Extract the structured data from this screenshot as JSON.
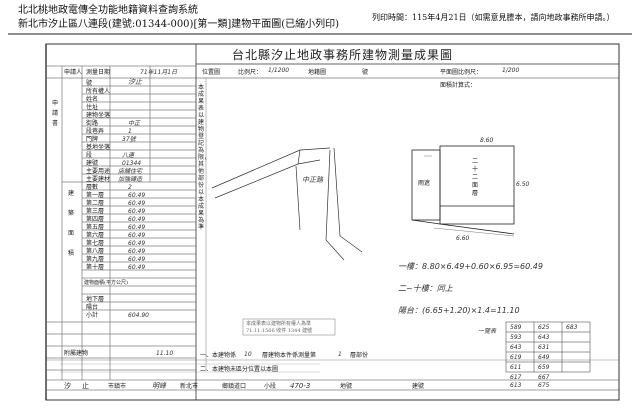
{
  "header": {
    "system_title": "北北桃地政電傳全功能地籍資料查詢系統",
    "parcel_line": "新北市汐止區八連段(建號:01344-000)[第一類]建物平面圖(已縮小列印)",
    "print_date": "列印時間：115年4月21日（如需意見謄本，請向地政事務所申請。）"
  },
  "document": {
    "title": "台北縣汐止地政事務所建物測量成果圖",
    "position_map_label": "位置圖",
    "scale_label": "比例尺：",
    "scale_value": "1/1200",
    "sheet_label": "地籍圖",
    "sheet_no_label": "號",
    "plan_scale_label": "平面圖比例尺：",
    "plan_scale_value": "1/200",
    "area_formula_label": "面積計算式："
  },
  "left_table": {
    "header_cells": [
      "申請人",
      "測量日期",
      "71年11月1日",
      "號",
      "汐止"
    ],
    "rows": [
      {
        "label": "所有權人",
        "value": ""
      },
      {
        "label": "姓名",
        "value": ""
      },
      {
        "label": "住址",
        "value": ""
      },
      {
        "label": "建物坐落",
        "value": ""
      },
      {
        "label": "街路",
        "value": "中正"
      },
      {
        "label": "段巷弄",
        "value": "1"
      },
      {
        "label": "門牌",
        "value": "37號"
      },
      {
        "label": "基地坐落",
        "value": ""
      },
      {
        "label": "段",
        "value": "八連"
      },
      {
        "label": "建號",
        "value": "01344"
      },
      {
        "label": "主要用途",
        "value": "店舖住宅"
      },
      {
        "label": "主要建材",
        "value": "加強磚造"
      },
      {
        "label": "層數",
        "value": "2"
      }
    ],
    "floors": [
      {
        "label": "第一層",
        "value": "60.49"
      },
      {
        "label": "第二層",
        "value": "60.49"
      },
      {
        "label": "第三層",
        "value": "60.49"
      },
      {
        "label": "第四層",
        "value": "60.49"
      },
      {
        "label": "第五層",
        "value": "60.49"
      },
      {
        "label": "第六層",
        "value": "60.49"
      },
      {
        "label": "第七層",
        "value": "60.49"
      },
      {
        "label": "第八層",
        "value": "60.49"
      },
      {
        "label": "第九層",
        "value": "60.49"
      },
      {
        "label": "第十層",
        "value": "60.49"
      }
    ],
    "area_section_label": "建物面積(平方公尺)",
    "subtotal_label": "小計",
    "subtotal_value": "604.90",
    "basement_label": "地下層",
    "balcony_label": "陽台",
    "pending_label": "附屬建物",
    "pending_value": "11.10",
    "section_labels": [
      "申",
      "請",
      "書",
      "建",
      "築",
      "面",
      "積"
    ]
  },
  "stamp_text": "本成果表以建物登記為限，其他部份以本成果為準",
  "notes": {
    "note1": "一、本建物係",
    "note1_value": "10",
    "note1_tail": "層建物本件係測量第",
    "note1_floor": "1",
    "note1_end": "層部份",
    "note2": "二、本建物未區分位置以本圖",
    "note2_value": "",
    "row_code": "汐止",
    "bottom": [
      "汐",
      "止",
      "市鎮市",
      "明峰",
      "新北市",
      "鄉鎮道口",
      "小段",
      "470-3",
      "地號",
      "建號"
    ]
  },
  "drawing": {
    "road_label": "中正路",
    "plan_inner": [
      "二",
      "十",
      "二",
      "面",
      "層"
    ],
    "plan_sub": "雨遮",
    "dim_top": "8.60",
    "dim_side": "6.50",
    "dim_bottom": "6.60",
    "formula1": "一樓：8.80×6.49+0.60×6.95=60.49",
    "formula2": "二~十樓：同上",
    "formula3": "陽台：(6.65+1.20)×1.4=11.10",
    "stamp_small": "本成果表以建物所有權人為準",
    "stamp_small2": "71.11.1566 收件 1344 建號"
  },
  "stats_table": {
    "title": "一覽表",
    "cells": [
      "589",
      "625",
      "683",
      "593",
      "643",
      "643",
      "631",
      "619",
      "649",
      "611",
      "659",
      "617",
      "667",
      "613",
      "675"
    ]
  }
}
